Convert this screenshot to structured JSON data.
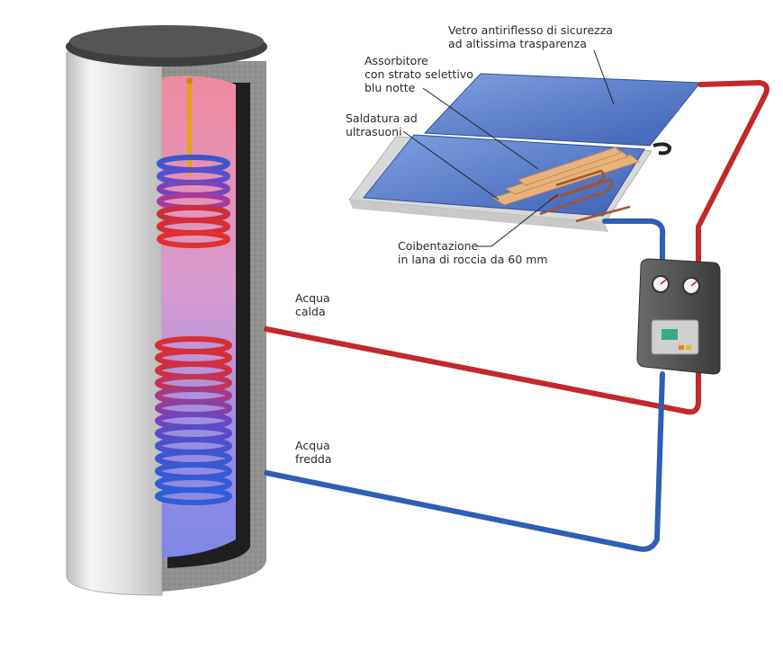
{
  "labels": {
    "vetro": [
      "Vetro antiriflesso di sicurezza",
      "ad altissima trasparenza"
    ],
    "assorbitore": [
      "Assorbitore",
      "con strato selettivo",
      "blu notte"
    ],
    "saldatura": [
      "Saldatura ad",
      "ultrasuoni"
    ],
    "coibentazione": [
      "Coibentazione",
      "in lana di roccia da 60 mm"
    ],
    "acqua_calda": [
      "Acqua",
      "calda"
    ],
    "acqua_fredda": [
      "Acqua",
      "fredda"
    ]
  },
  "colors": {
    "hot_pipe": "#d0302a",
    "cold_pipe": "#2f62b8",
    "panel_glass": "#5b7fcf",
    "tank_shell": "#e6e6e6",
    "tank_lid": "#4a4a4a",
    "insulation": "#8e8e8e",
    "control_box": "#5a5a5a",
    "display": "#39a88a",
    "absorber_copper": "#e8b27a"
  }
}
